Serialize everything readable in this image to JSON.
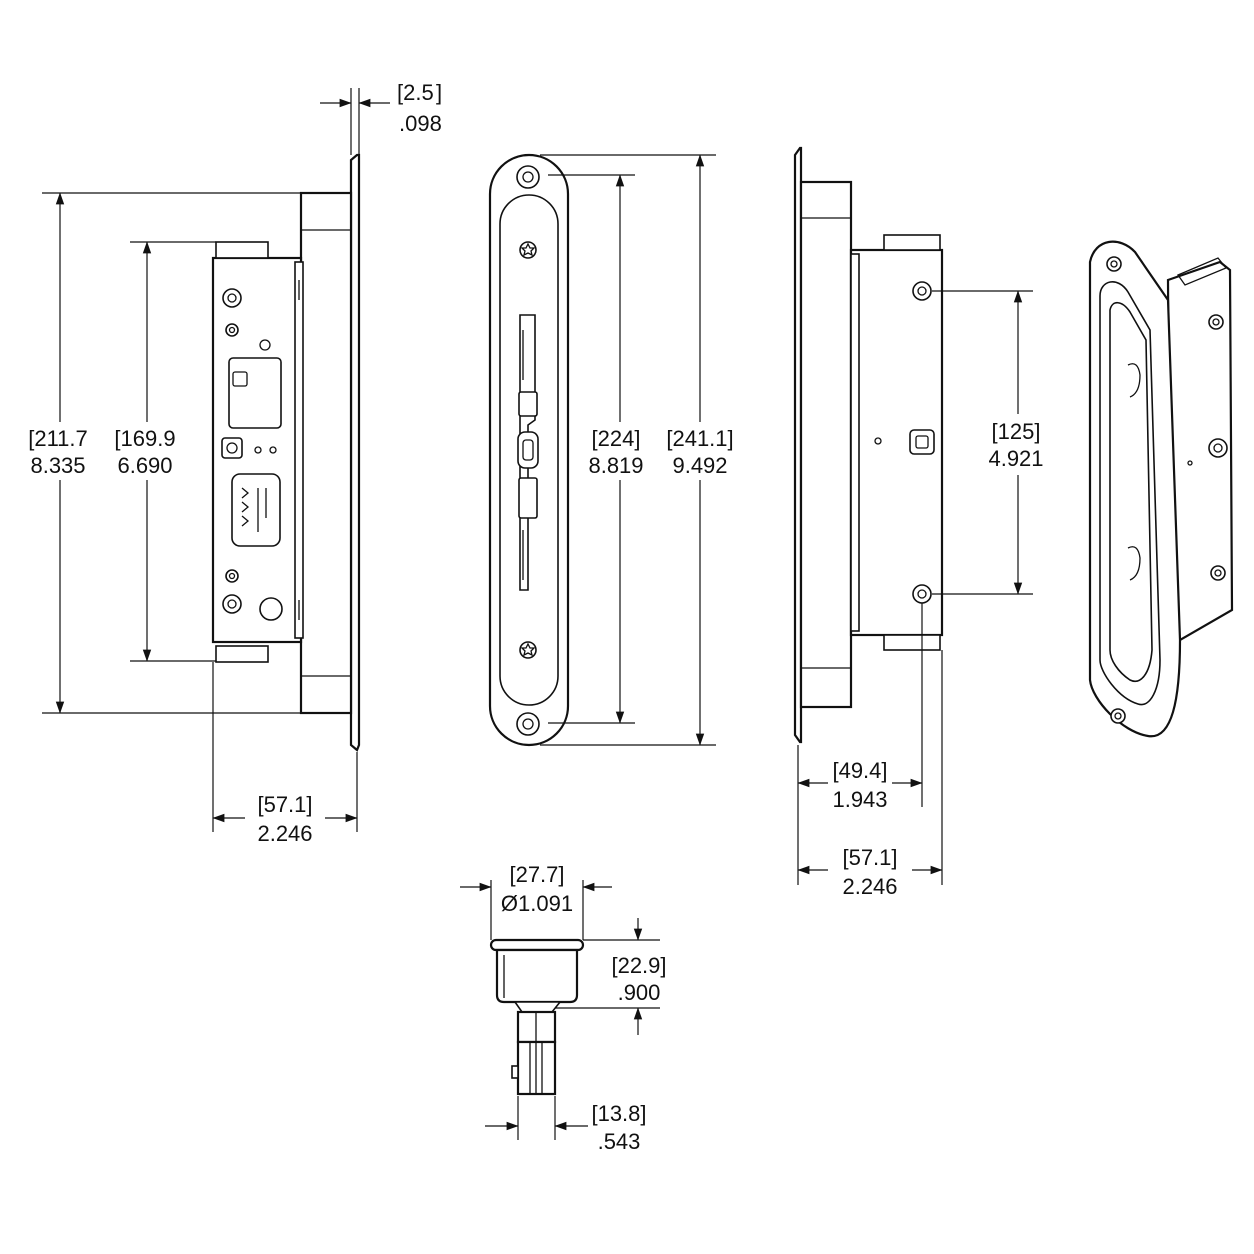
{
  "dimensions": {
    "flange_thickness": {
      "metric": "[2.5",
      "imperial": ".098"
    },
    "side_overall_height": {
      "metric": "[211.7",
      "imperial": "8.335"
    },
    "side_inner_height": {
      "metric": "[169.9",
      "imperial": "6.690"
    },
    "side_depth": {
      "metric": "[57.1]",
      "imperial": "2.246"
    },
    "front_inner_height": {
      "metric": "[224]",
      "imperial": "8.819"
    },
    "front_overall_height": {
      "metric": "[241.1]",
      "imperial": "9.492"
    },
    "right_hole_spacing": {
      "metric": "[125]",
      "imperial": "4.921"
    },
    "right_hole_depth": {
      "metric": "[49.4]",
      "imperial": "1.943"
    },
    "right_depth": {
      "metric": "[57.1]",
      "imperial": "2.246"
    },
    "cylinder_diameter": {
      "metric": "[27.7]",
      "imperial": "Ø1.091"
    },
    "cylinder_height": {
      "metric": "[22.9]",
      "imperial": ".900"
    },
    "cylinder_tail_width": {
      "metric": "[13.8]",
      "imperial": ".543"
    }
  },
  "colors": {
    "line": "#111111",
    "background": "#ffffff"
  }
}
